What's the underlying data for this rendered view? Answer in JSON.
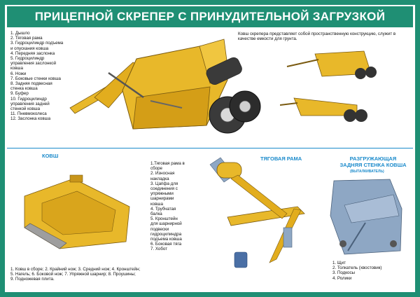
{
  "title": "ПРИЦЕПНОЙ СКРЕПЕР С ПРИНУДИТЕЛЬНОЙ ЗАГРУЗКОЙ",
  "main_legend": [
    "1. Дышло",
    "2. Тяговая рама",
    "3. Гидроцилиндр подъема",
    "и опускания ковша",
    "4. Передняя заслонка",
    "5. Гидроцилиндр",
    "управления заслонкой",
    "ковша",
    "6. Ножи",
    "7. Боковые стенки ковша",
    "8. Задняя подвесная",
    "стенка ковша",
    "9. Буфер",
    "10. Гидроцилиндр",
    "управления задней",
    "стенкой ковша",
    "11. Пневмоколеса",
    "12. Заслонка ковша"
  ],
  "description": [
    "Ковш скрепера представляет собой пространственную конструкцию, служит в",
    "качестве емкости для грунта."
  ],
  "bucket_section": {
    "title": "КОВШ",
    "legend": [
      "1. Ковш в сборе; 2. Крайний нож; 3. Средний нож; 4. Кронштейн;",
      "5. Нагель; 6. Боковой нож; 7. Упряжной шарнир; 8. Проушины;",
      "9. Подножевая плита."
    ]
  },
  "frame_section": {
    "title": "ТЯГОВАЯ РАМА",
    "legend": [
      "1.Тяговая рама в",
      "сборе",
      "2. Износная",
      "накладка",
      "3. Цапфа для",
      "соединения с",
      "упряжными",
      "шарнирами",
      "ковша",
      "4. Трубчатая",
      "балка",
      "5. Кронштейн",
      "для шарнирной",
      "подвески",
      "гидроцилиндра",
      "подъема ковша",
      "6. Боковая тяга",
      "7. Хобот"
    ]
  },
  "rear_wall_section": {
    "title": "РАЗГРУЖАЮЩАЯ ЗАДНЯЯ СТЕНКА КОВША",
    "subtitle": "(ВЫТАЛКИВАТЕЛЬ)",
    "legend": [
      "1. Щит",
      "2. Толкатель (хвостовик)",
      "3. Подкосы",
      "4. Ролики"
    ]
  },
  "colors": {
    "accent": "#1f8f74",
    "section_title": "#1a8acb",
    "machine_yellow": "#e8b82a",
    "machine_dark": "#7a5a10",
    "steel_blue": "#8ea7c4"
  }
}
